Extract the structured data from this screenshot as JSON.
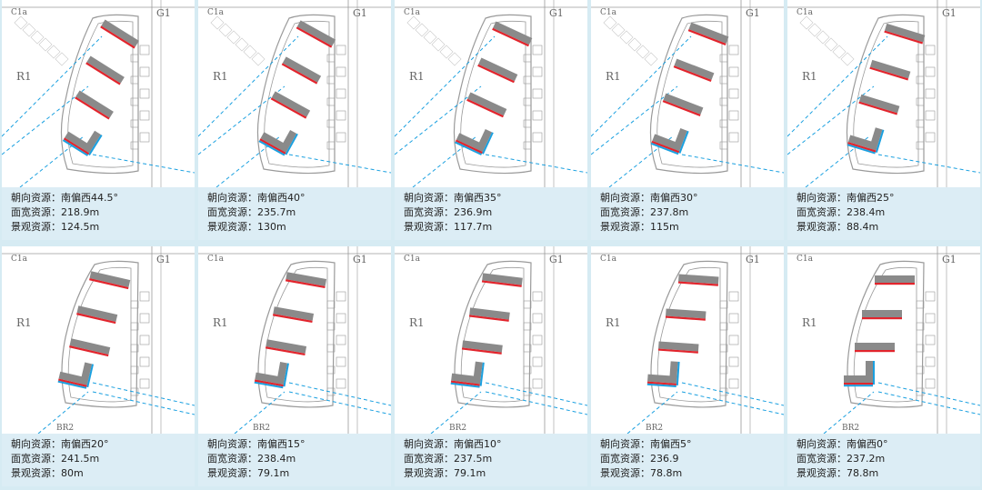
{
  "labels": {
    "g1": "G1",
    "r1": "R1",
    "br2": "BR2",
    "corner": "C1a"
  },
  "colors": {
    "building": "#8a8a8a",
    "sun_edge": "#e2242c",
    "view_edge": "#1aa0e0",
    "sightline": "#1aa0e0",
    "linework": "#9a9a9a",
    "caption_bg": "#dcedf5"
  },
  "panels": [
    {
      "orientation": "朝向资源：南偏西44.5°",
      "frontage": "面宽资源：218.9m",
      "view": "景观资源：124.5m"
    },
    {
      "orientation": "朝向资源：南偏西40°",
      "frontage": "面宽资源：235.7m",
      "view": "景观资源：130m"
    },
    {
      "orientation": "朝向资源：南偏西35°",
      "frontage": "面宽资源：236.9m",
      "view": "景观资源：117.7m"
    },
    {
      "orientation": "朝向资源：南偏西30°",
      "frontage": "面宽资源：237.8m",
      "view": "景观资源：115m"
    },
    {
      "orientation": "朝向资源：南偏西25°",
      "frontage": "面宽资源：238.4m",
      "view": "景观资源：88.4m"
    },
    {
      "orientation": "朝向资源：南偏西20°",
      "frontage": "面宽资源：241.5m",
      "view": "景观资源：80m"
    },
    {
      "orientation": "朝向资源：南偏西15°",
      "frontage": "面宽资源：238.4m",
      "view": "景观资源：79.1m"
    },
    {
      "orientation": "朝向资源：南偏西10°",
      "frontage": "面宽资源：237.5m",
      "view": "景观资源：79.1m"
    },
    {
      "orientation": "朝向资源：南偏西5°",
      "frontage": "面宽资源：236.9",
      "view": "景观资源：78.8m"
    },
    {
      "orientation": "朝向资源：南偏西0°",
      "frontage": "面宽资源：237.2m",
      "view": "景观资源：78.8m"
    }
  ]
}
